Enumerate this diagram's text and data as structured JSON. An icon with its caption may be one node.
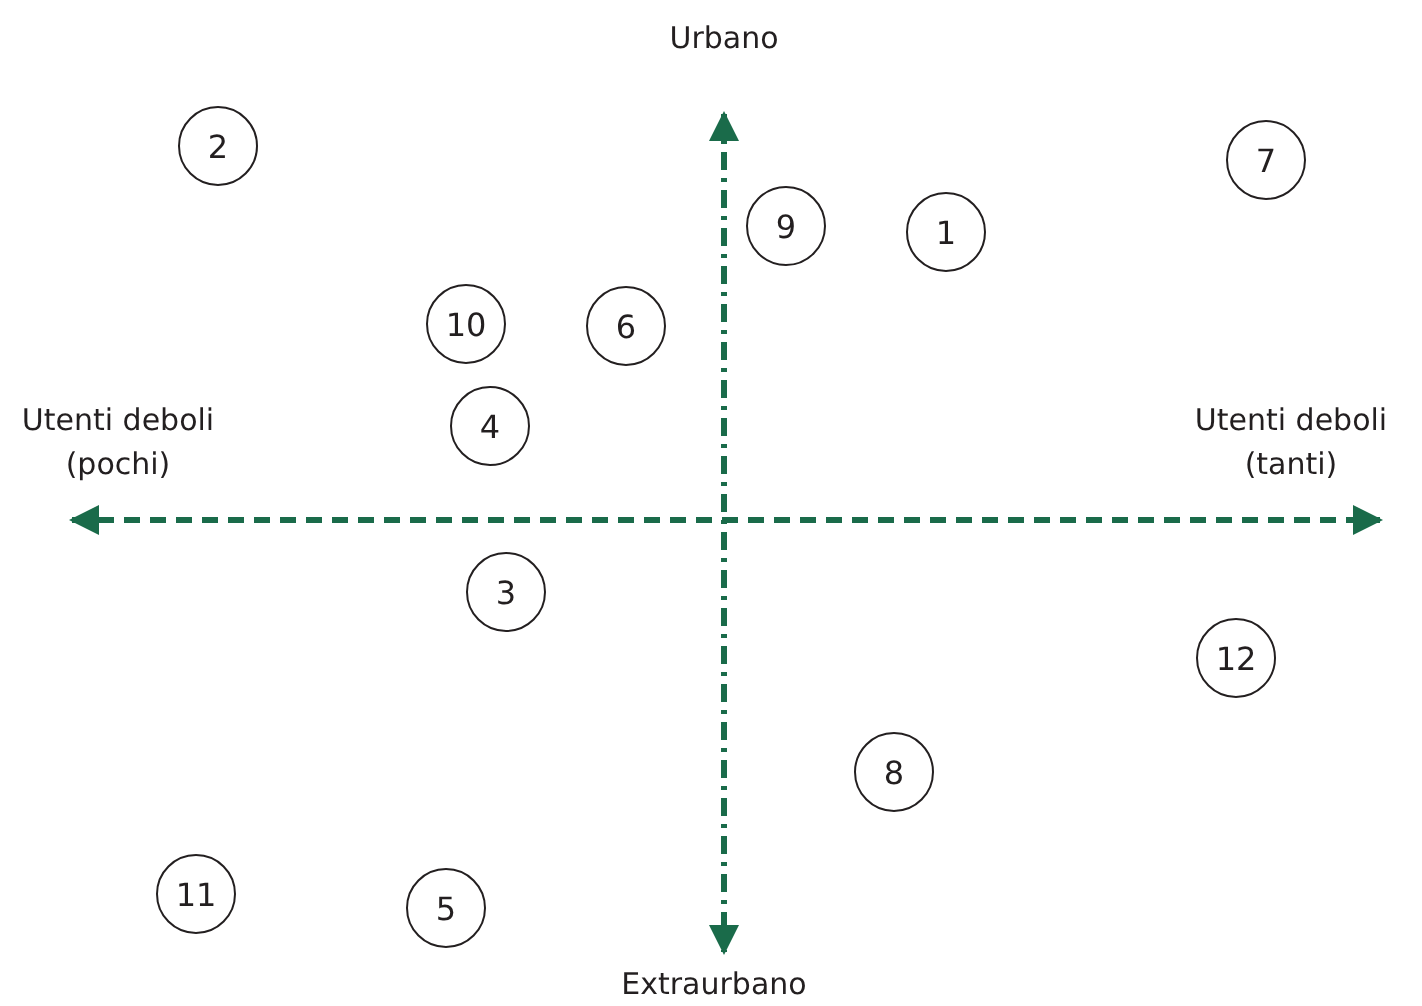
{
  "diagram": {
    "nodes": [
      {
        "text": [
          "2"
        ]
      },
      {
        "text": [
          "7"
        ]
      },
      {
        "text": [
          "9"
        ]
      },
      {
        "text": [
          "1"
        ]
      },
      {
        "text": [
          "10"
        ]
      },
      {
        "text": [
          "6"
        ]
      },
      {
        "text": [
          "4"
        ]
      },
      {
        "text": [
          "3"
        ]
      },
      {
        "text": [
          "12"
        ]
      },
      {
        "text": [
          "8"
        ]
      },
      {
        "text": [
          "11"
        ]
      },
      {
        "text": [
          "5"
        ]
      }
    ],
    "labels": [
      "Urbano",
      "Utenti deboli (pochi)",
      "Utenti deboli (tanti)",
      "Extraurbano"
    ]
  }
}
